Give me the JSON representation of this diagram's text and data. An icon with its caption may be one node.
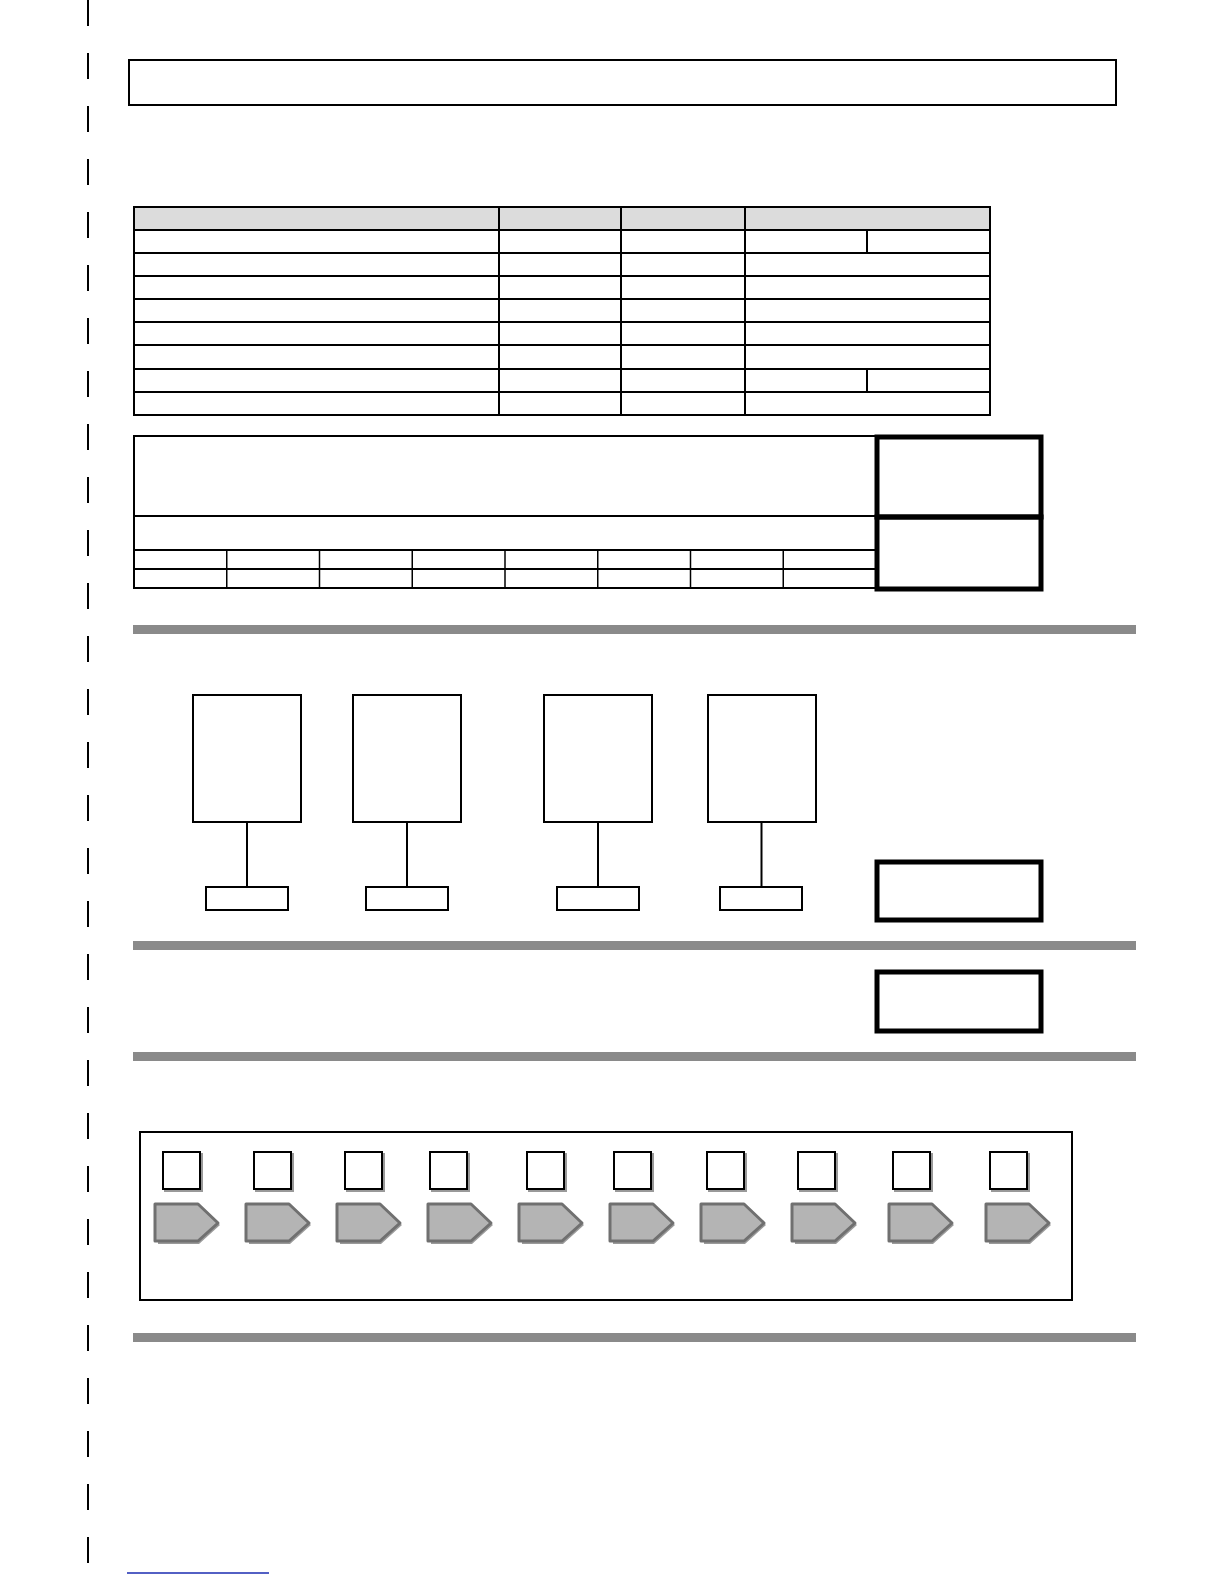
{
  "diagram": {
    "nodes": [
      {
        "text": [],
        "shape": "box"
      },
      {
        "text": [],
        "shape": "box"
      },
      {
        "text": [],
        "shape": "box"
      },
      {
        "text": [],
        "shape": "box"
      },
      {
        "text": [],
        "shape": "box"
      },
      {
        "text": [],
        "shape": "box"
      },
      {
        "text": [],
        "shape": "box"
      },
      {
        "text": [],
        "shape": "box"
      },
      {
        "text": [],
        "shape": "box"
      },
      {
        "text": [],
        "shape": "box",
        "in": 8
      },
      {
        "text": [],
        "shape": "box",
        "in": 8
      },
      {
        "text": [],
        "shape": "box",
        "in": 8
      },
      {
        "text": [],
        "shape": "box",
        "in": 8
      },
      {
        "text": [],
        "shape": "box",
        "in": 8
      },
      {
        "text": [],
        "shape": "box",
        "in": 8
      },
      {
        "text": [],
        "shape": "box",
        "in": 8
      },
      {
        "text": [],
        "shape": "box",
        "in": 8
      },
      {
        "text": [],
        "shape": "box",
        "in": 8
      },
      {
        "text": [],
        "shape": "box",
        "in": 8
      },
      {
        "text": [],
        "shape": "chevron",
        "in": 8
      },
      {
        "text": [],
        "shape": "chevron",
        "in": 8
      },
      {
        "text": [],
        "shape": "chevron",
        "in": 8
      },
      {
        "text": [],
        "shape": "chevron",
        "in": 8
      },
      {
        "text": [],
        "shape": "chevron",
        "in": 8
      },
      {
        "text": [],
        "shape": "chevron",
        "in": 8
      },
      {
        "text": [],
        "shape": "chevron",
        "in": 8
      },
      {
        "text": [],
        "shape": "chevron",
        "in": 8
      },
      {
        "text": [],
        "shape": "chevron",
        "in": 8
      },
      {
        "text": [],
        "shape": "chevron",
        "in": 8
      }
    ],
    "edges": [
      {
        "from": 0,
        "to": 4,
        "arrow": "none"
      },
      {
        "from": 1,
        "to": 5,
        "arrow": "none"
      },
      {
        "from": 2,
        "to": 6,
        "arrow": "none"
      },
      {
        "from": 3,
        "to": 7,
        "arrow": "none"
      }
    ]
  }
}
